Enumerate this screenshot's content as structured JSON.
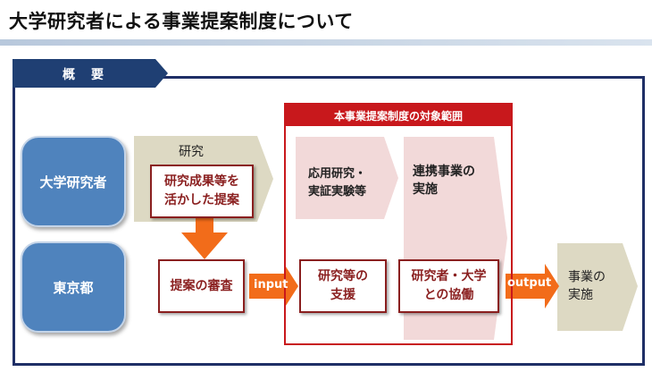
{
  "title": "大学研究者による事業提案制度について",
  "section_tab": "概要",
  "scope_header": "本事業提案制度の対象範囲",
  "actors": {
    "university": "大学研究者",
    "tokyo": "東京都"
  },
  "research": {
    "label": "研究",
    "proposal_box": "研究成果等を\n活かした提案"
  },
  "review_box": "提案の審査",
  "input_label": "input",
  "output_label": "output",
  "scope": {
    "applied_research": "応用研究・\n実証実験等",
    "joint_project": "連携事業の\n実施",
    "research_support": "研究等の\n支援",
    "collaboration": "研究者・大学\nとの協働"
  },
  "outcome": "事業の\n実施",
  "colors": {
    "navy": "#1f2f66",
    "actor_blue": "#4f83bd",
    "scope_red": "#c8181c",
    "box_maroon": "#8a1f1f",
    "arrow_orange": "#f26c1a",
    "tan": "#ddd9c3",
    "pink": "#f2d9d9"
  }
}
